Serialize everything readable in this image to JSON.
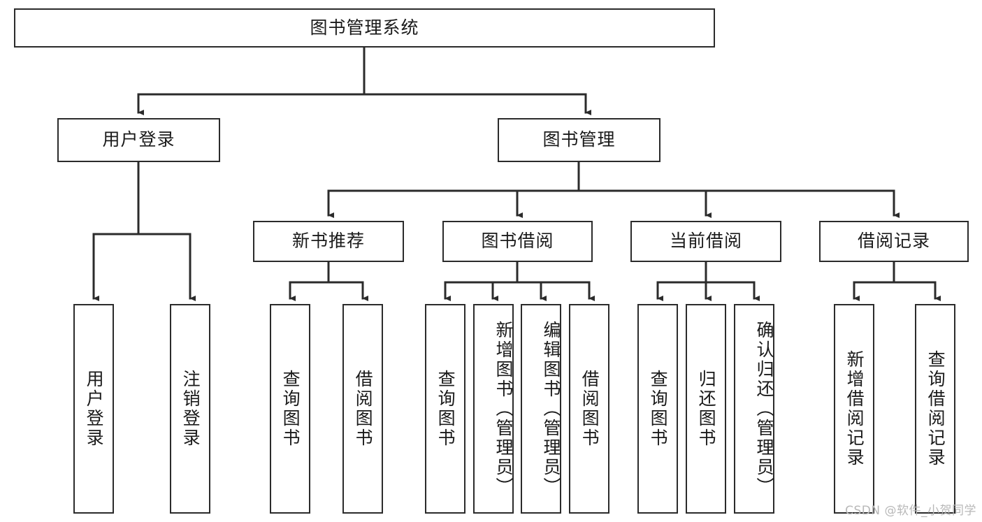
{
  "diagram": {
    "title": "图书管理系统",
    "type": "tree",
    "watermark": "CSDN @软件_小贺同学",
    "colors": {
      "stroke": "#2b2b2b",
      "fill": "#ffffff",
      "text": "#1a1a1a",
      "watermark": "#b8b8b8"
    },
    "root": {
      "label": "图书管理系统"
    },
    "level1": [
      {
        "label": "用户登录"
      },
      {
        "label": "图书管理"
      }
    ],
    "level2": [
      {
        "label": "新书推荐"
      },
      {
        "label": "图书借阅"
      },
      {
        "label": "当前借阅"
      },
      {
        "label": "借阅记录"
      }
    ],
    "leaves": {
      "user_login": [
        {
          "label": "用户登录"
        },
        {
          "label": "注销登录"
        }
      ],
      "new_book_recommend": [
        {
          "label": "查询图书"
        },
        {
          "label": "借阅图书"
        }
      ],
      "book_borrow": [
        {
          "label": "查询图书"
        },
        {
          "label": "新增图书（管理员）"
        },
        {
          "label": "编辑图书（管理员）"
        },
        {
          "label": "借阅图书"
        }
      ],
      "current_borrow": [
        {
          "label": "查询图书"
        },
        {
          "label": "归还图书"
        },
        {
          "label": "确认归还（管理员）"
        }
      ],
      "borrow_record": [
        {
          "label": "新增借阅记录"
        },
        {
          "label": "查询借阅记录"
        }
      ]
    }
  }
}
